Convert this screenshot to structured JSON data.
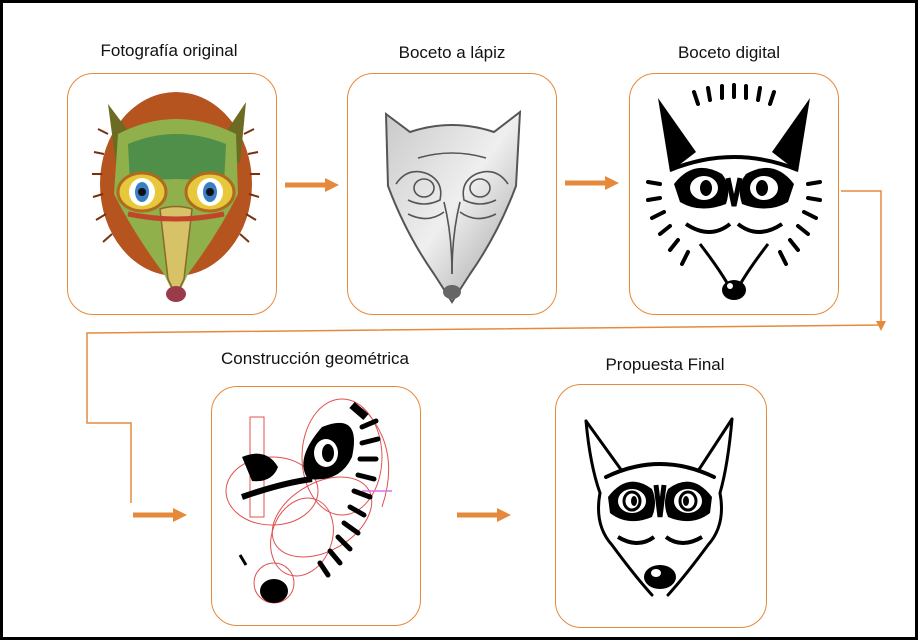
{
  "diagram": {
    "accent_color": "#e58a3c",
    "stages": [
      {
        "label": "Fotografía original",
        "icon": "armadillo-mask-photo-icon"
      },
      {
        "label": "Boceto a lápiz",
        "icon": "pencil-sketch-mask-icon"
      },
      {
        "label": "Boceto digital",
        "icon": "digital-sketch-mask-icon"
      },
      {
        "label": "Construcción geométrica",
        "icon": "geometric-construction-icon"
      },
      {
        "label": "Propuesta Final",
        "icon": "final-proposal-mask-icon"
      }
    ]
  }
}
